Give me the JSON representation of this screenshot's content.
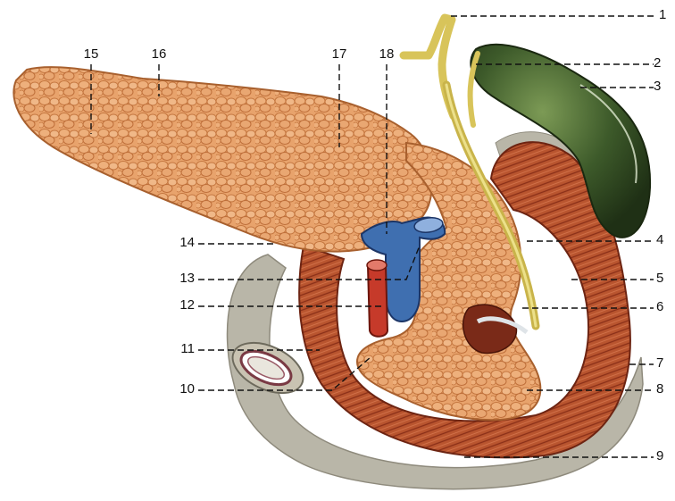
{
  "colors": {
    "pancreas": "#e8a36c",
    "pancreas_dark": "#c4763f",
    "duodenum": "#b9552f",
    "duodenum_stripe": "#8a2f18",
    "gallbladder": "#3d5a2a",
    "bile_duct": "#d8c45a",
    "vein": "#3f6fb0",
    "artery": "#c63a2a",
    "peritoneum": "#b9b6a8"
  },
  "labels": {
    "l1": "1",
    "l2": "2",
    "l3": "3",
    "l4": "4",
    "l5": "5",
    "l6": "6",
    "l7": "7",
    "l8": "8",
    "l9": "9",
    "l10": "10",
    "l11": "11",
    "l12": "12",
    "l13": "13",
    "l14": "14",
    "l15": "15",
    "l16": "16",
    "l17": "17",
    "l18": "18"
  }
}
